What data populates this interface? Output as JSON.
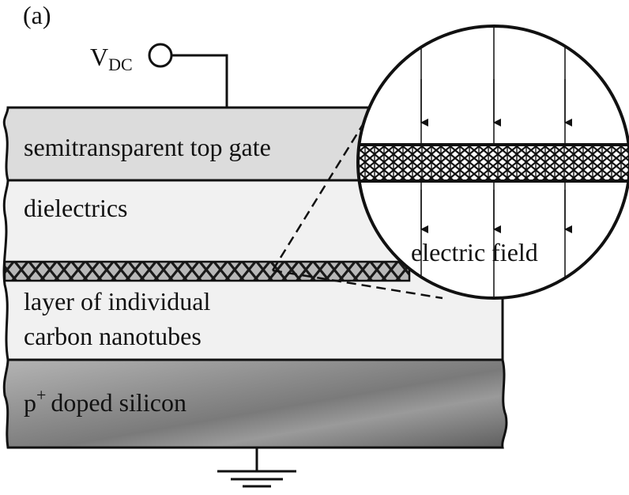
{
  "panel_label": "(a)",
  "terminal": {
    "symbol": "V",
    "subscript": "DC"
  },
  "layers": {
    "top_gate": "semitransparent top gate",
    "dielectrics": "dielectrics",
    "nanotubes_line1": "layer of individual",
    "nanotubes_line2": "carbon nanotubes",
    "silicon_superscript": "+",
    "silicon_prefix": "p",
    "silicon_rest": "doped silicon"
  },
  "inset": {
    "field_label": "electric field"
  },
  "colors": {
    "top_gate": "#dcdcdc",
    "dielectric": "#f1f1f1",
    "nanotube_band": "#9c9c9c",
    "silicon_light": "#b4b4b4",
    "silicon_dark": "#5e5e5e",
    "outline": "#111111"
  }
}
